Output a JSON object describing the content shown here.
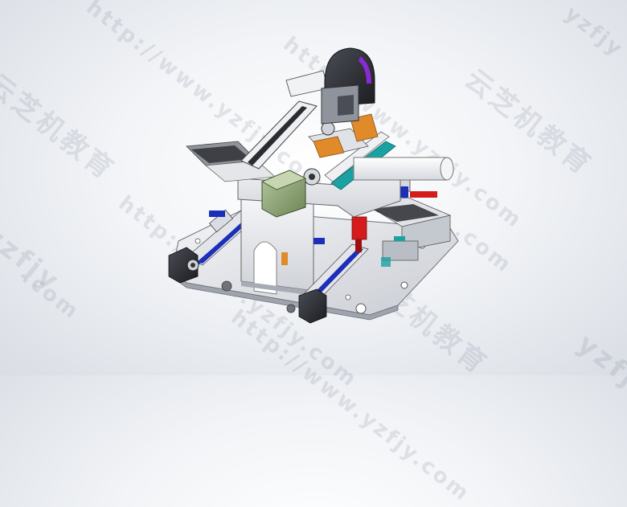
{
  "viewer": {
    "background_center": "#ffffff",
    "background_edge": "#d9dde4",
    "subject": "cad-assembly-model"
  },
  "watermarks": {
    "cn_text": "云芝机教育",
    "url_text": "http://www.yzfjy.com",
    "url_short": "yzfjy",
    "com": ".com",
    "color": "rgba(120,130,150,0.18)"
  },
  "colors": {
    "frame": "#e8eaee",
    "frame_shadow": "#9aa0aa",
    "rail_blue": "#1b2fb8",
    "rail_teal": "#1aa2a2",
    "motor_dark": "#2a2c30",
    "gear_green": "#8fa57a",
    "accent_orange": "#e08a2a",
    "accent_red": "#d41c1c",
    "accent_purple": "#8a2ad4"
  }
}
